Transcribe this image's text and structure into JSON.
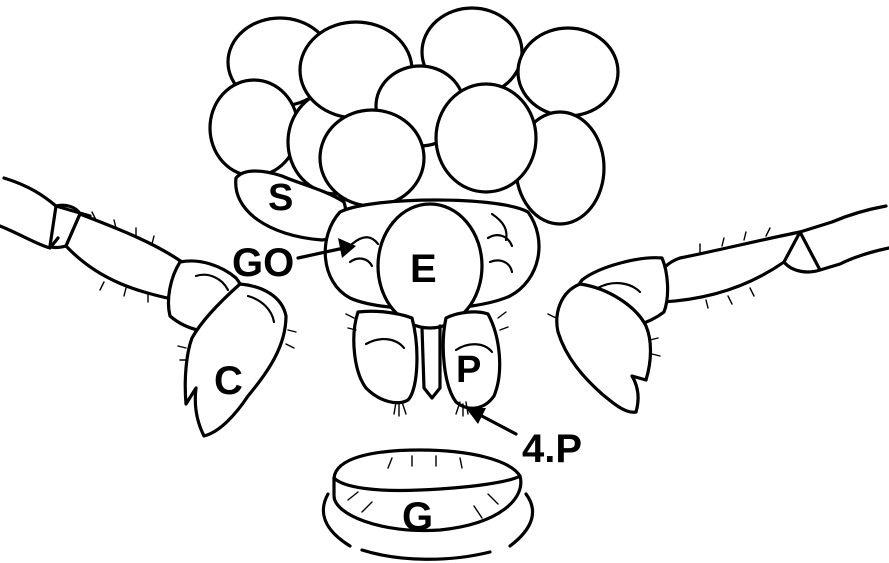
{
  "figure": {
    "labels": {
      "sperm_mass": "S",
      "genital_opening": "GO",
      "egg": "E",
      "coxa": "C",
      "palp": "P",
      "fourth_palp": "4.P",
      "gonopore": "G"
    },
    "colors": {
      "ink": "#000000",
      "paper": "#ffffff"
    }
  }
}
